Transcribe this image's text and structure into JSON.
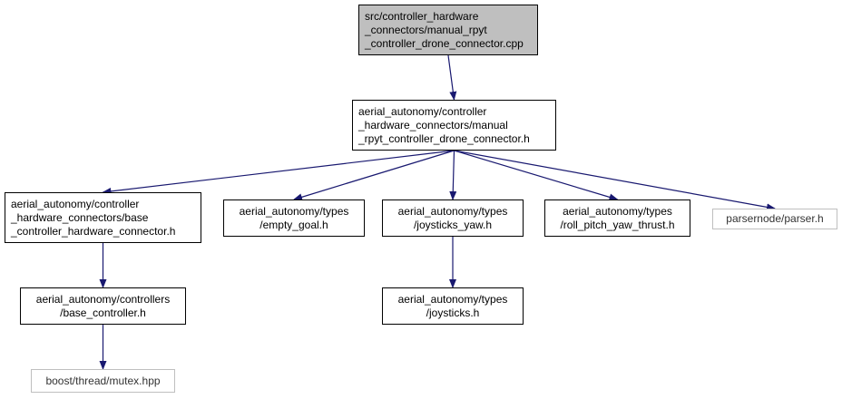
{
  "colors": {
    "edge": "#191970",
    "root_fill": "#bfbfbf",
    "external_border": "#bfbfbf"
  },
  "nodes": {
    "root": [
      "src/controller_hardware",
      "_connectors/manual_rpyt",
      "_controller_drone_connector.cpp"
    ],
    "main_header": [
      "aerial_autonomy/controller",
      "_hardware_connectors/manual",
      "_rpyt_controller_drone_connector.h"
    ],
    "base_connector": [
      "aerial_autonomy/controller",
      "_hardware_connectors/base",
      "_controller_hardware_connector.h"
    ],
    "empty_goal": [
      "aerial_autonomy/types",
      "/empty_goal.h"
    ],
    "joysticks_yaw": [
      "aerial_autonomy/types",
      "/joysticks_yaw.h"
    ],
    "roll_pitch_yaw_thrust": [
      "aerial_autonomy/types",
      "/roll_pitch_yaw_thrust.h"
    ],
    "parser": [
      "parsernode/parser.h"
    ],
    "base_controller": [
      "aerial_autonomy/controllers",
      "/base_controller.h"
    ],
    "joysticks": [
      "aerial_autonomy/types",
      "/joysticks.h"
    ],
    "mutex": [
      "boost/thread/mutex.hpp"
    ]
  },
  "edges": [
    [
      "root",
      "main_header"
    ],
    [
      "main_header",
      "base_connector"
    ],
    [
      "main_header",
      "empty_goal"
    ],
    [
      "main_header",
      "joysticks_yaw"
    ],
    [
      "main_header",
      "roll_pitch_yaw_thrust"
    ],
    [
      "main_header",
      "parser"
    ],
    [
      "base_connector",
      "base_controller"
    ],
    [
      "joysticks_yaw",
      "joysticks"
    ],
    [
      "base_controller",
      "mutex"
    ]
  ]
}
